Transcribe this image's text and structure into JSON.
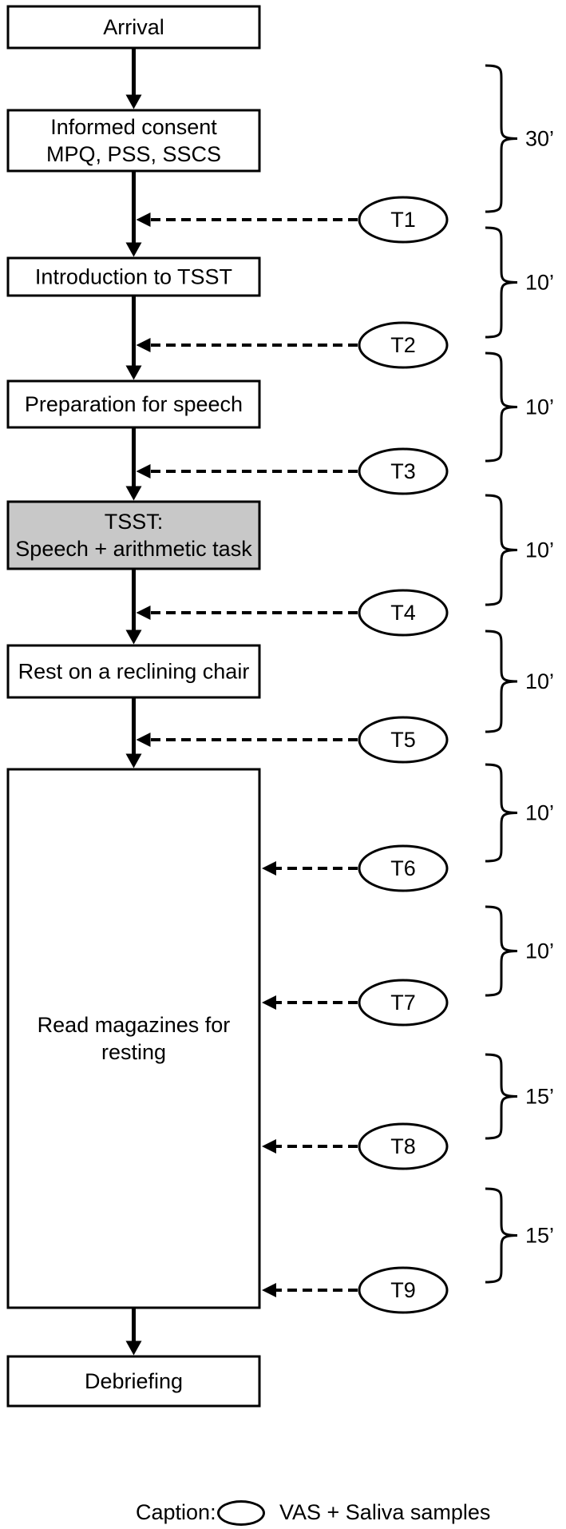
{
  "steps": [
    {
      "lines": [
        "Arrival"
      ],
      "highlight": false
    },
    {
      "lines": [
        "Informed consent",
        "MPQ, PSS, SSCS"
      ],
      "highlight": false
    },
    {
      "lines": [
        "Introduction to TSST"
      ],
      "highlight": false
    },
    {
      "lines": [
        "Preparation for speech"
      ],
      "highlight": false
    },
    {
      "lines": [
        "TSST:",
        "Speech + arithmetic task"
      ],
      "highlight": true
    },
    {
      "lines": [
        "Rest on a reclining chair"
      ],
      "highlight": false
    },
    {
      "lines": [
        "Read magazines for",
        "resting"
      ],
      "highlight": false
    },
    {
      "lines": [
        "Debriefing"
      ],
      "highlight": false
    }
  ],
  "timepoints": [
    "T1",
    "T2",
    "T3",
    "T4",
    "T5",
    "T6",
    "T7",
    "T8",
    "T9"
  ],
  "intervals": [
    "30’",
    "10’",
    "10’",
    "10’",
    "10’",
    "10’",
    "10’",
    "15’",
    "15’"
  ],
  "caption": {
    "label": "Caption:",
    "text": "VAS + Saliva samples"
  },
  "colors": {
    "box_fill": "#ffffff",
    "highlight_fill": "#c8c8c8",
    "stroke": "#000000"
  }
}
